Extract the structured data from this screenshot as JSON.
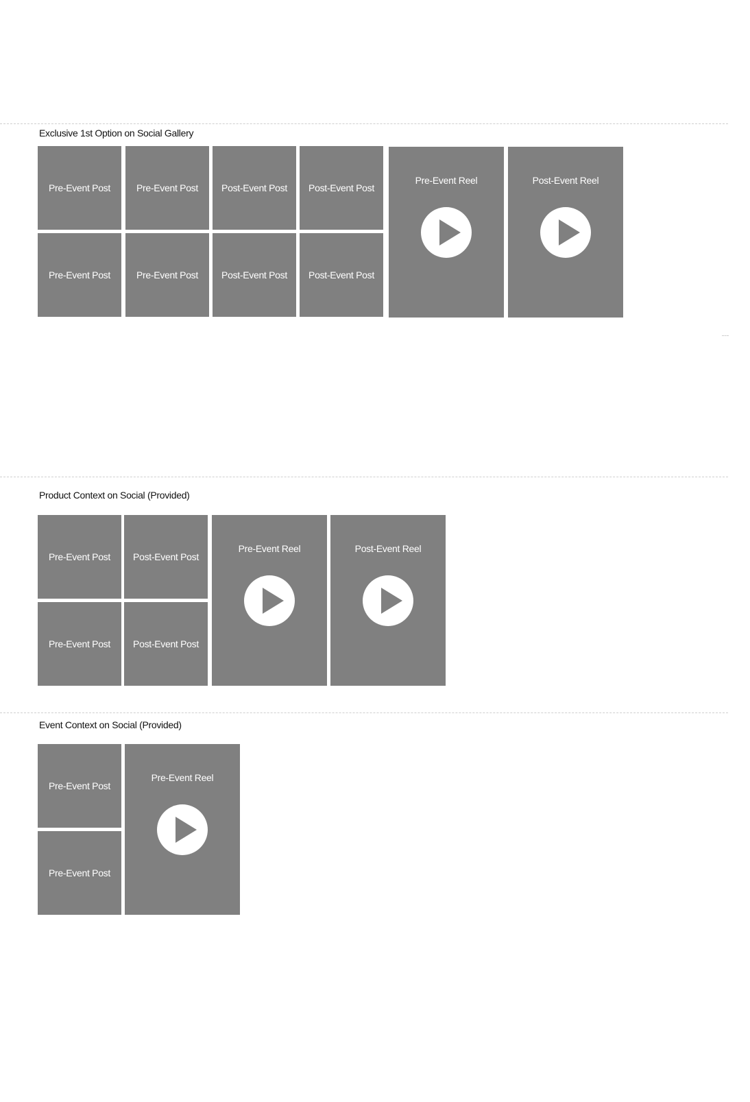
{
  "sections": [
    {
      "title": "Exclusive 1st Option on Social Gallery",
      "posts": [
        "Pre-Event Post",
        "Pre-Event Post",
        "Post-Event Post",
        "Post-Event Post",
        "Pre-Event Post",
        "Pre-Event Post",
        "Post-Event Post",
        "Post-Event Post"
      ],
      "reels": [
        "Pre-Event Reel",
        "Post-Event Reel"
      ]
    },
    {
      "title": "Product Context on Social (Provided)",
      "posts": [
        "Pre-Event Post",
        "Post-Event Post",
        "Pre-Event Post",
        "Post-Event Post"
      ],
      "reels": [
        "Pre-Event Reel",
        "Post-Event Reel"
      ]
    },
    {
      "title": "Event Context on Social (Provided)",
      "posts": [
        "Pre-Event Post",
        "Pre-Event Post"
      ],
      "reels": [
        "Pre-Event Reel"
      ]
    }
  ],
  "colors": {
    "tile": "#808080",
    "tile_text": "#ffffff",
    "title_text": "#111111",
    "divider": "#cfcfcf"
  },
  "icons": {
    "reel_play": "play-icon"
  }
}
